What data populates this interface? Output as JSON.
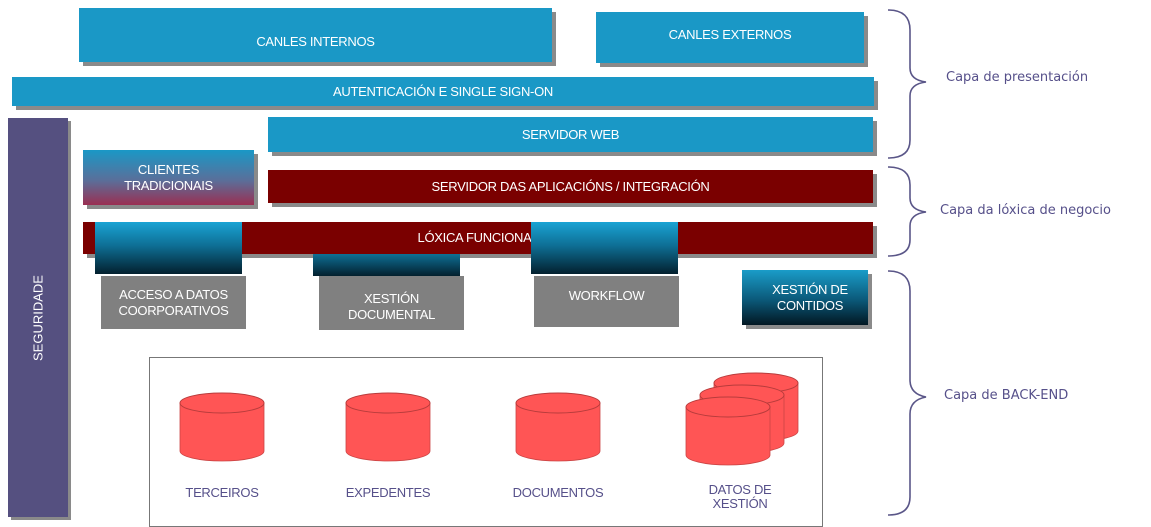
{
  "blocks": {
    "canles_internos": "CANLES INTERNOS",
    "canles_externos": "CANLES EXTERNOS",
    "autenticacion": "AUTENTICACIÓN E SINGLE SIGN-ON",
    "servidor_web": "SERVIDOR WEB",
    "clientes_tradicionais": "CLIENTES TRADICIONAIS",
    "servidor_aplicacions": "SERVIDOR DAS APLICACIÓNS / INTEGRACIÓN",
    "loxica_funcional": "LÓXICA FUNCIONAL",
    "seguridade": "SEGURIDADE",
    "acceso_datos": "ACCESO A DATOS COORPORATIVOS",
    "xestion_documental": "XESTIÓN DOCUMENTAL",
    "workflow": "WORKFLOW",
    "xestion_contidos": "XESTIÓN DE CONTIDOS"
  },
  "databases": [
    "TERCEIROS",
    "EXPEDENTES",
    "DOCUMENTOS",
    "DATOS DE XESTIÓN"
  ],
  "layers": {
    "presentacion": "Capa de presentación",
    "negocio": "Capa da lóxica de negocio",
    "backend": "Capa de BACK-END"
  },
  "colors": {
    "block_blue": "#1a98c6",
    "block_red": "#7a0000",
    "block_grey": "#808080",
    "security_purple": "#555080",
    "database_red": "#ff5555",
    "label_purple": "#56508a"
  }
}
